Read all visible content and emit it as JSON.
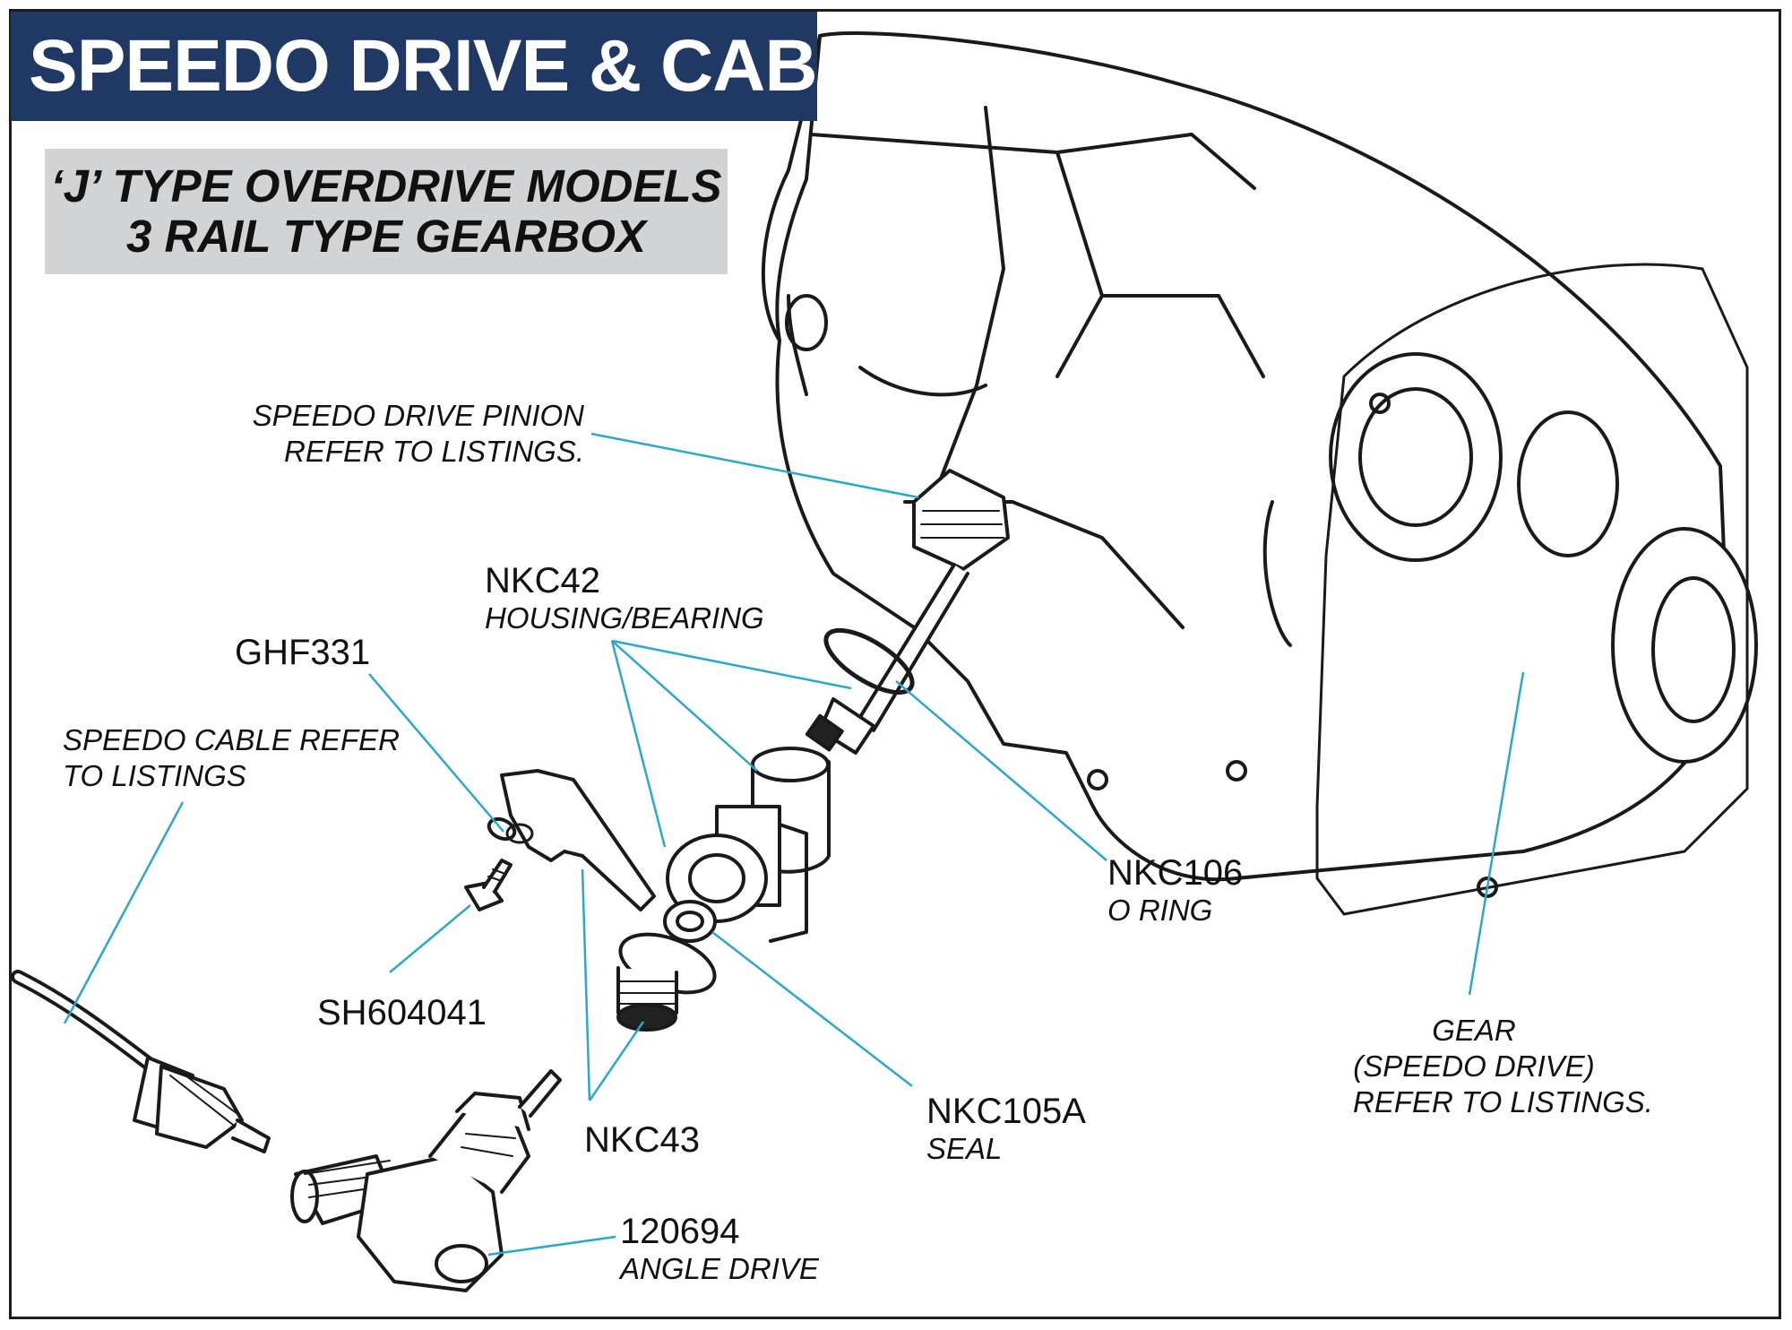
{
  "title": "SPEEDO DRIVE & CABLE",
  "subtitle": {
    "line1": "‘J’ TYPE OVERDRIVE MODELS",
    "line2": "3 RAIL TYPE GEARBOX"
  },
  "colors": {
    "title_bar": "#1f3864",
    "subtitle_box": "#d2d3d5",
    "leader_line": "#2aa7cf",
    "outline": "#1a1a1a"
  },
  "parts": [
    {
      "id": "speedo-drive-pinion",
      "code": "",
      "desc_lines": [
        "SPEEDO DRIVE PINION",
        "REFER TO LISTINGS."
      ]
    },
    {
      "id": "nkc42",
      "code": "NKC42",
      "desc_lines": [
        "HOUSING/BEARING"
      ]
    },
    {
      "id": "ghf331",
      "code": "GHF331",
      "desc_lines": []
    },
    {
      "id": "speedo-cable",
      "code": "",
      "desc_lines": [
        "SPEEDO CABLE REFER",
        "TO LISTINGS"
      ]
    },
    {
      "id": "sh604041",
      "code": "SH604041",
      "desc_lines": []
    },
    {
      "id": "nkc106",
      "code": "NKC106",
      "desc_lines": [
        "O RING"
      ]
    },
    {
      "id": "nkc43",
      "code": "NKC43",
      "desc_lines": []
    },
    {
      "id": "nkc105a",
      "code": "NKC105A",
      "desc_lines": [
        "SEAL"
      ]
    },
    {
      "id": "gear-speedo-drive",
      "code": "",
      "desc_lines": [
        "GEAR",
        "(SPEEDO DRIVE)",
        "REFER TO LISTINGS."
      ]
    },
    {
      "id": "120694",
      "code": "120694",
      "desc_lines": [
        "ANGLE DRIVE"
      ]
    }
  ]
}
